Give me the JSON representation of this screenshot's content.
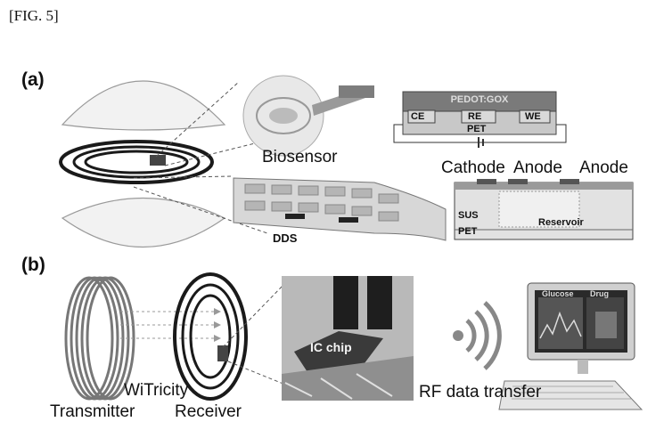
{
  "figure_label": "[FIG. 5]",
  "panel_a": {
    "letter": "(a)",
    "biosensor": "Biosensor",
    "dds": "DDS",
    "sensor_stack": {
      "top": "PEDOT:GOX",
      "ce": "CE",
      "re": "RE",
      "we": "WE",
      "base": "PET"
    },
    "dds_labels": {
      "cathode": "Cathode",
      "anode1": "Anode",
      "anode2": "Anode",
      "sus": "SUS",
      "pet": "PET",
      "reservoir": "Reservoir"
    }
  },
  "panel_b": {
    "letter": "(b)",
    "witricity": "WiTricity",
    "transmitter": "Transmitter",
    "receiver": "Receiver",
    "ic_chip": "IC chip",
    "rf": "RF data transfer",
    "monitor": {
      "tab1": "Glucose",
      "tab2": "Drug"
    }
  },
  "colors": {
    "stack_top": "#7a7a7a",
    "stack_base": "#c8c8c8",
    "electrode": "#d9d9d9",
    "dds_box": "#e2e2e2"
  }
}
